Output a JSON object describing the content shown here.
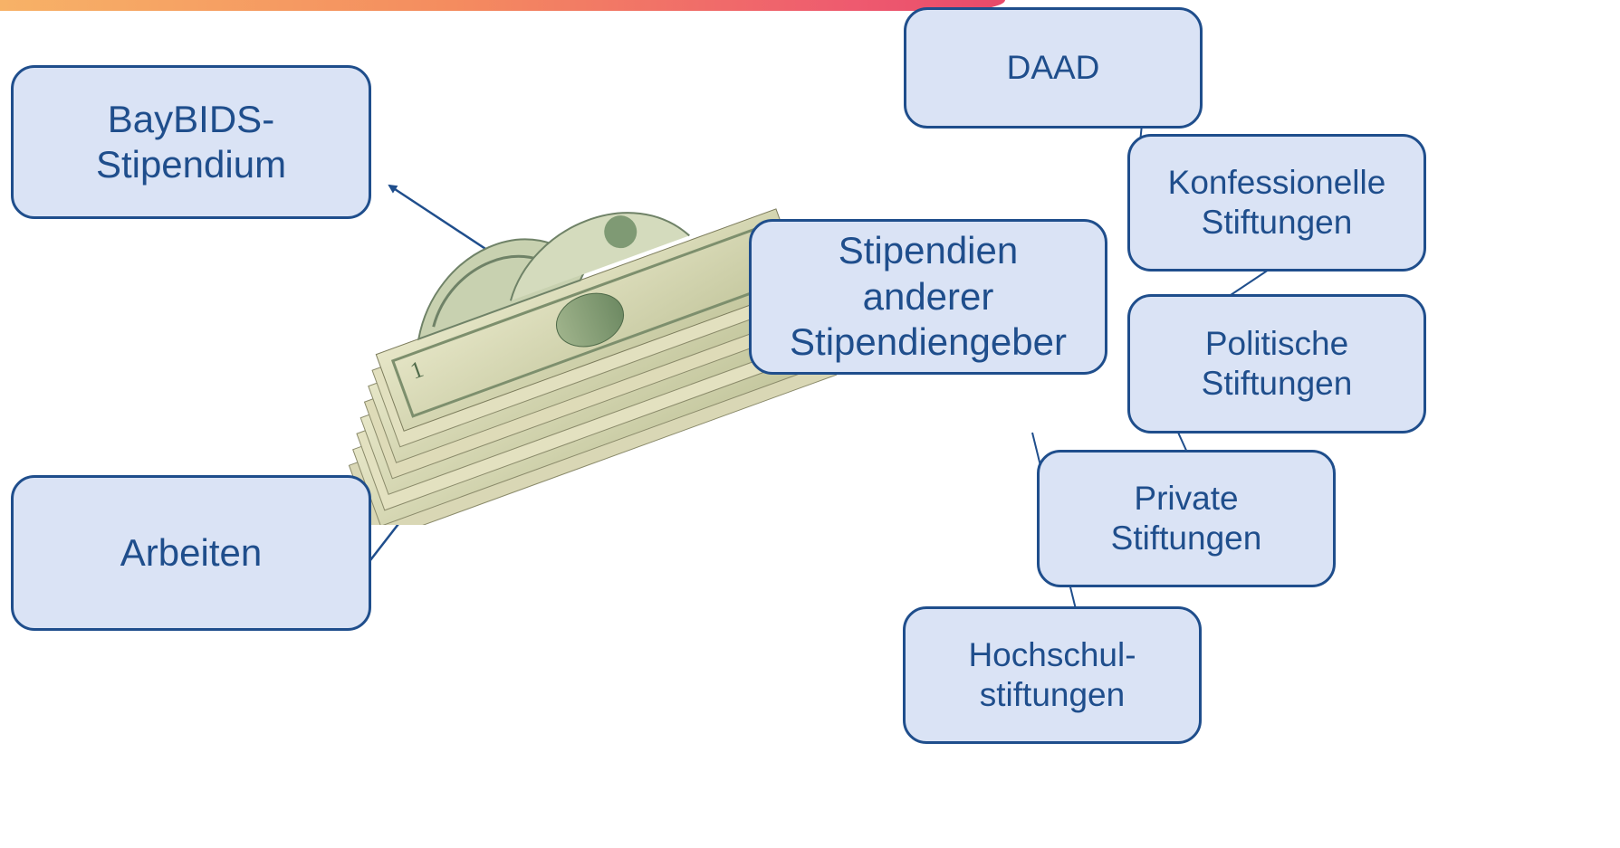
{
  "diagram": {
    "central": "Stipendien\nanderer\nStipendiengeber",
    "left": {
      "baybids": "BayBIDS-\nStipendium",
      "arbeiten": "Arbeiten"
    },
    "sponsors": {
      "daad": "DAAD",
      "konfessionelle": "Konfessionelle\nStiftungen",
      "politische": "Politische\nStiftungen",
      "private": "Private\nStiftungen",
      "hochschul": "Hochschul-\nstiftungen"
    },
    "colors": {
      "box_fill": "#dae3f5",
      "border": "#1f4e8c",
      "text": "#1f4e8c"
    },
    "image": "dollar-bills-stack"
  }
}
